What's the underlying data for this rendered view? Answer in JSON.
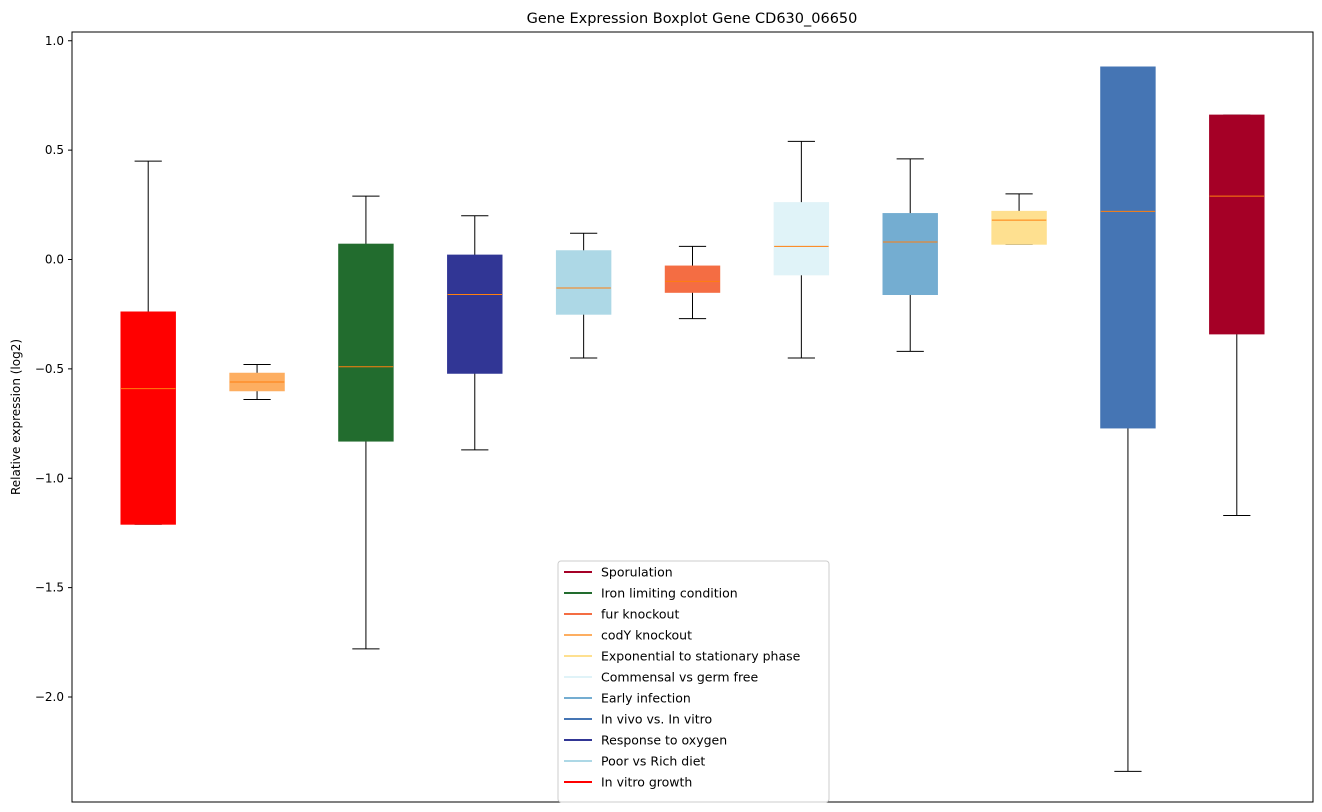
{
  "chart_data": {
    "type": "boxplot",
    "title": "Gene Expression Boxplot Gene CD630_06650",
    "xlabel": "",
    "ylabel": "Relative expression (log2)",
    "ylim": [
      -2.48,
      1.04
    ],
    "yticks": [
      1.0,
      0.5,
      0.0,
      -0.5,
      -1.0,
      -1.5,
      -2.0
    ],
    "ytick_labels": [
      "1.0",
      "0.5",
      "0.0",
      "−0.5",
      "−1.0",
      "−1.5",
      "−2.0"
    ],
    "x_ticks_visible": false,
    "median_color": "#ff7f0e",
    "whisker_color": "#000000",
    "boxes": [
      {
        "whisker_low": -1.21,
        "q1": -1.21,
        "median": -0.59,
        "q3": -0.24,
        "whisker_high": 0.45,
        "color": "#ff0000"
      },
      {
        "whisker_low": -0.64,
        "q1": -0.6,
        "median": -0.56,
        "q3": -0.52,
        "whisker_high": -0.48,
        "color": "#fdae61"
      },
      {
        "whisker_low": -1.78,
        "q1": -0.83,
        "median": -0.49,
        "q3": 0.07,
        "whisker_high": 0.29,
        "color": "#226c2e"
      },
      {
        "whisker_low": -0.87,
        "q1": -0.52,
        "median": -0.16,
        "q3": 0.02,
        "whisker_high": 0.2,
        "color": "#313695"
      },
      {
        "whisker_low": -0.45,
        "q1": -0.25,
        "median": -0.13,
        "q3": 0.04,
        "whisker_high": 0.12,
        "color": "#add8e6"
      },
      {
        "whisker_low": -0.27,
        "q1": -0.15,
        "median": -0.1,
        "q3": -0.03,
        "whisker_high": 0.06,
        "color": "#f46d43"
      },
      {
        "whisker_low": -0.45,
        "q1": -0.07,
        "median": 0.06,
        "q3": 0.26,
        "whisker_high": 0.54,
        "color": "#e0f3f8"
      },
      {
        "whisker_low": -0.42,
        "q1": -0.16,
        "median": 0.08,
        "q3": 0.21,
        "whisker_high": 0.46,
        "color": "#74add1"
      },
      {
        "whisker_low": 0.07,
        "q1": 0.07,
        "median": 0.18,
        "q3": 0.22,
        "whisker_high": 0.3,
        "color": "#fee090"
      },
      {
        "whisker_low": -2.34,
        "q1": -0.77,
        "median": 0.22,
        "q3": 0.88,
        "whisker_high": 0.88,
        "color": "#4575b4"
      },
      {
        "whisker_low": -1.17,
        "q1": -0.34,
        "median": 0.29,
        "q3": 0.66,
        "whisker_high": 0.66,
        "color": "#a50026"
      }
    ],
    "legend": {
      "placement": "lower-center",
      "entries": [
        {
          "label": "Sporulation",
          "color": "#a50026"
        },
        {
          "label": "Iron limiting condition",
          "color": "#226c2e"
        },
        {
          "label": "fur knockout",
          "color": "#f46d43"
        },
        {
          "label": "codY knockout",
          "color": "#fdae61"
        },
        {
          "label": "Exponential to stationary phase",
          "color": "#fee090"
        },
        {
          "label": "Commensal vs germ free",
          "color": "#e0f3f8"
        },
        {
          "label": "Early infection",
          "color": "#74add1"
        },
        {
          "label": "In vivo vs. In vitro",
          "color": "#4575b4"
        },
        {
          "label": "Response to oxygen",
          "color": "#313695"
        },
        {
          "label": "Poor vs Rich diet",
          "color": "#add8e6"
        },
        {
          "label": "In vitro growth",
          "color": "#ff0000"
        }
      ]
    }
  }
}
